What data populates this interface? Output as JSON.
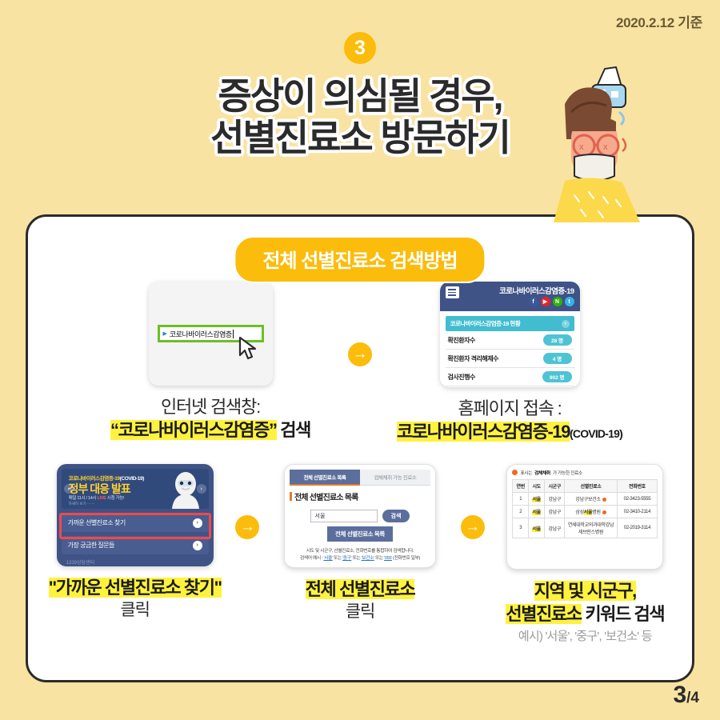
{
  "header": {
    "date_note": "2020.2.12 기준",
    "step_number": "3",
    "title_line1": "증상이 의심될 경우,",
    "title_line2": "선별진료소 방문하기"
  },
  "panel": {
    "pill_title": "전체 선별진료소 검색방법"
  },
  "colors": {
    "background": "#f9e3a2",
    "accent_yellow": "#fbbc0b",
    "highlight": "#fff23f",
    "panel_border": "#2b2b2b",
    "navy": "#3f5387",
    "teal": "#42bdd0",
    "green_box": "#6cc024",
    "red_outline": "#f04a4a"
  },
  "arrow_icon": "→",
  "row1": [
    {
      "caption_top": "인터넷 검색창:",
      "caption_main": "“코로나바이러스감염증”",
      "caption_suffix": " 검색",
      "shot": {
        "search_query": "코로나바이러스감염증",
        "bullet": "▶"
      }
    },
    {
      "caption_top": "홈페이지 접속 :",
      "caption_main": "코로나바이러스감염증-19",
      "caption_suffix": "(COVID-19)",
      "shot": {
        "site_title": "코로나바이러스감염증-19",
        "social": [
          "f",
          "▶",
          "N",
          "t"
        ],
        "status_bar": "코로나바이러스감염증-19 현황",
        "stats": [
          {
            "label": "확진환자수",
            "value": "28 명"
          },
          {
            "label": "확진환자 격리해제수",
            "value": "4 명"
          },
          {
            "label": "검사진행수",
            "value": "902 명"
          }
        ]
      }
    }
  ],
  "row2": [
    {
      "caption_main": "\"가까운 선별진료소 찾기\"",
      "caption_sub": "클릭",
      "shot": {
        "banner_small": "코로나바이러스감염증-19",
        "banner_small_en": "(COVID-19)",
        "banner_big": "정부 대응 발표",
        "banner_sub_pre": "매일 11시 / 14시 ",
        "banner_sub_live": "LIVE",
        "banner_sub_post": " 시청 가능!",
        "banner_more": "자세히 보기 ·····›",
        "menu_items": [
          "가까운 선별진료소 찾기",
          "가장 궁금한 질문들"
        ],
        "chevron": "›",
        "tail_text": "1339상담센터"
      }
    },
    {
      "caption_main": "전체 선별진료소",
      "caption_sub": "클릭",
      "shot": {
        "tab_active": "전체 선별진료소 목록",
        "tab_inactive": "검체채취 가능 진료소",
        "heading": "전체 선별진료소 목록",
        "input_value": "서울",
        "search_button": "검색",
        "list_button": "전체 선별진료소 목록",
        "note_line1": "시도 및 시군구, 선별진료소, 전화번호를 통합하여 검색합니다.",
        "note_prefix": "검색어 예시 : ",
        "note_links": [
          "'서울'",
          "'중구'",
          "'보건소'",
          "'055'"
        ],
        "note_or": " 또는 ",
        "note_tail": " (전화번호 일부)"
      }
    },
    {
      "caption_main_1": "지역 및 시군구,",
      "caption_main_2": "선별진료소",
      "caption_main_2_suffix": " 키워드 검색",
      "caption_note": "예시) '서울', '중구', '보건소' 등",
      "shot": {
        "legend_pre": "표시는 ",
        "legend_bold": "검체채취",
        "legend_post": "가 가능한 진료소",
        "columns": [
          "연번",
          "시도",
          "시군구",
          "선별진료소",
          "전화번호"
        ],
        "rows": [
          {
            "no": "1",
            "sido": "서울",
            "sgg": "강남구",
            "name": "강남구보건소",
            "marker": true,
            "tel": "02-3423-5555"
          },
          {
            "no": "2",
            "sido": "서울",
            "sgg": "강남구",
            "name_pre": "삼성",
            "name_hl": "서울",
            "name_post": "병원",
            "marker": true,
            "tel": "02-3410-2114"
          },
          {
            "no": "3",
            "sido": "서울",
            "sgg": "강남구",
            "name": "연세대학교의과대학강남세브란스병원",
            "marker": false,
            "tel": "02-2019-3114"
          }
        ]
      }
    }
  ],
  "footer": {
    "page_current": "3",
    "page_total": "/4"
  }
}
